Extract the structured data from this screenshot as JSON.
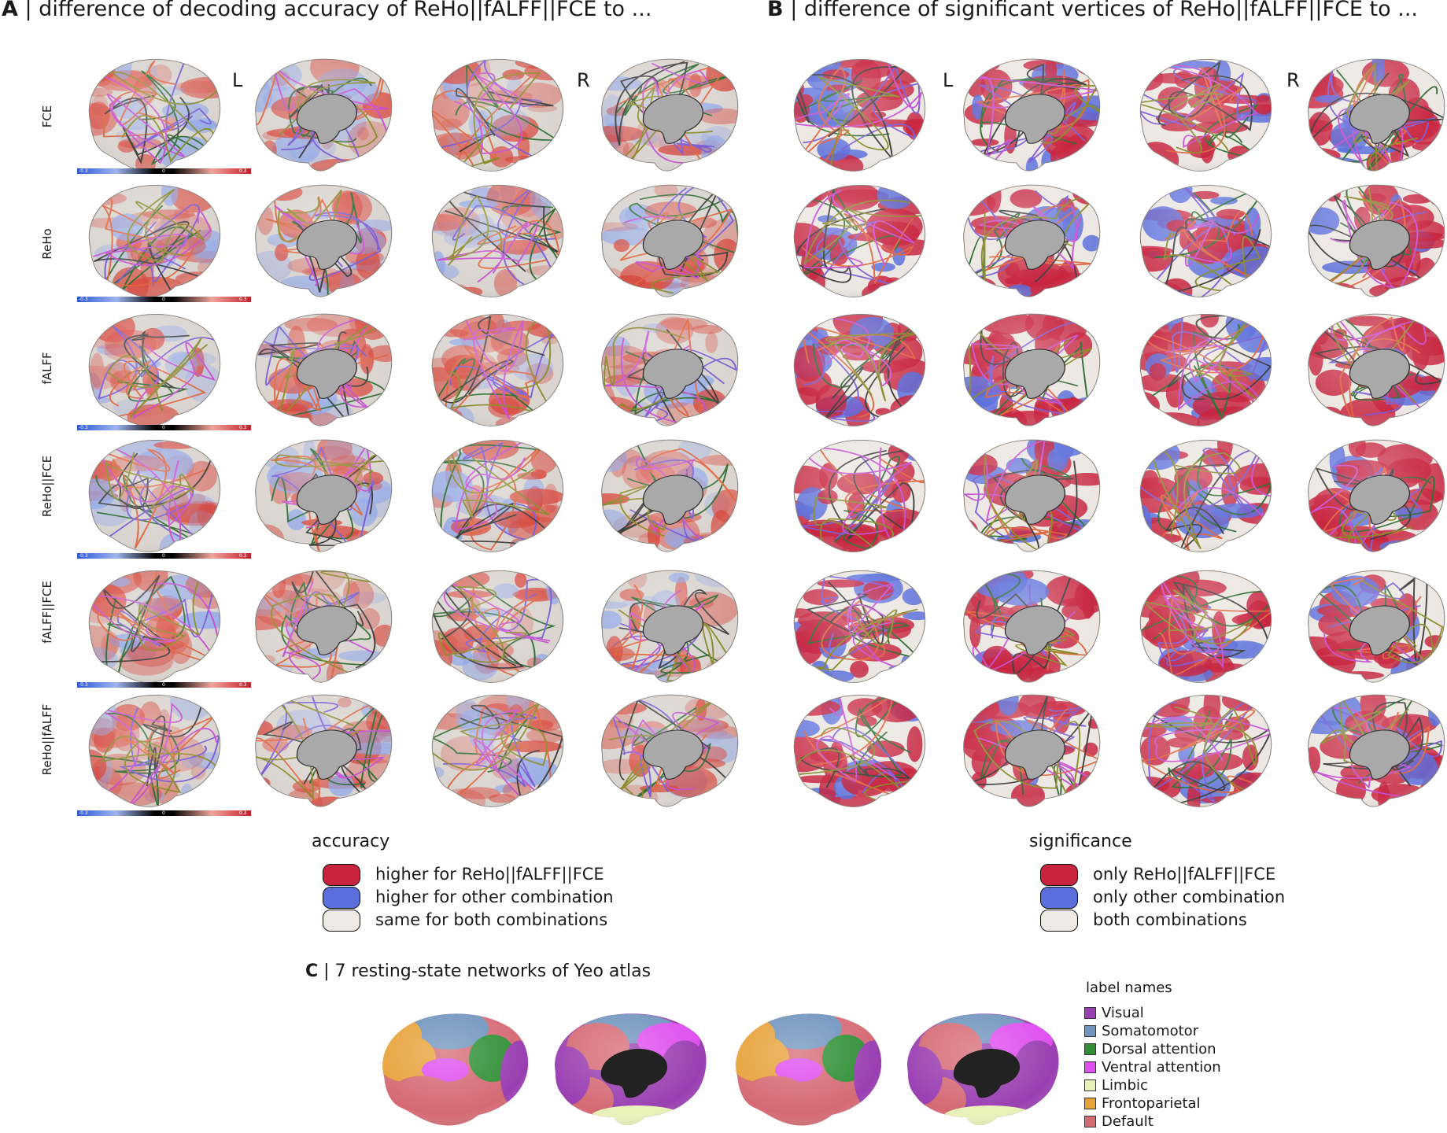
{
  "panelA": {
    "letter": "A",
    "title": "| difference of decoding accuracy of ReHo||fALFF||FCE to ...",
    "hemi_left": "L",
    "hemi_right": "R",
    "rows": [
      "FCE",
      "ReHo",
      "fALFF",
      "ReHo||FCE",
      "fALFF||FCE",
      "ReHo||fALFF"
    ],
    "colorbar": {
      "min": "-0.3",
      "mid": "0",
      "max": "0.3"
    }
  },
  "panelB": {
    "letter": "B",
    "title": "| difference of significant vertices of ReHo||fALFF||FCE to ...",
    "hemi_left": "L",
    "hemi_right": "R"
  },
  "legend_accuracy": {
    "title": "accuracy",
    "items": [
      {
        "label": "higher for ReHo||fALFF||FCE",
        "color": "#c8243f"
      },
      {
        "label": "higher for other combination",
        "color": "#5b6fdc"
      },
      {
        "label": "same for both combinations",
        "color": "#efe9e4"
      }
    ]
  },
  "legend_significance": {
    "title": "significance",
    "items": [
      {
        "label": "only ReHo||fALFF||FCE",
        "color": "#c8243f"
      },
      {
        "label": "only other combination",
        "color": "#5b6fdc"
      },
      {
        "label": "both combinations",
        "color": "#efe9e4"
      }
    ]
  },
  "panelC": {
    "letter": "C",
    "title": "| 7 resting-state networks of Yeo atlas",
    "legend_title": "label names",
    "networks": [
      {
        "label": "Visual",
        "color": "#9a3fb2"
      },
      {
        "label": "Somatomotor",
        "color": "#6f94bd"
      },
      {
        "label": "Dorsal attention",
        "color": "#2f8f35"
      },
      {
        "label": "Ventral attention",
        "color": "#df4fef"
      },
      {
        "label": "Limbic",
        "color": "#e8f2b8"
      },
      {
        "label": "Frontoparietal",
        "color": "#e8a23a"
      },
      {
        "label": "Default",
        "color": "#d56a74"
      }
    ]
  },
  "colors": {
    "red": "#c8243f",
    "blue": "#5b6fdc",
    "cortex": "#cfcbc6",
    "medial_wall": "#a9a9a9"
  }
}
